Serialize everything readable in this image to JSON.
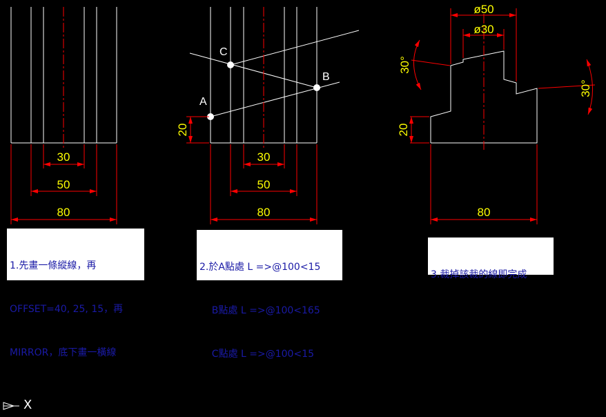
{
  "dims": {
    "d1_30": "30",
    "d1_50": "50",
    "d1_80": "80",
    "d2_30": "30",
    "d2_50": "50",
    "d2_80": "80",
    "d2_20": "20",
    "d3_80": "80",
    "d3_20": "20",
    "d3_phi50": "ø50",
    "d3_phi30": "ø30",
    "d3_ang_left": "30°",
    "d3_ang_right": "30°"
  },
  "points": {
    "a": "A",
    "b": "B",
    "c": "C"
  },
  "notes": {
    "step1": {
      "line1": "1.先畫一條縱線，再",
      "line2": "OFFSET=40, 25, 15，再",
      "line3": "MIRROR，底下畫一橫線"
    },
    "step2": {
      "line1": "2.於A點處 L =>@100<15",
      "line2": "    B點處 L =>@100<165",
      "line3": "    C點處 L =>@100<15"
    },
    "step3": {
      "line1": "3.裁掉該裁的線即完成"
    }
  },
  "ucs": {
    "x_label": "X"
  },
  "colors": {
    "background": "#000000",
    "geometry": "#ffffff",
    "dimension": "#ff0000",
    "dim_text": "#ffff00",
    "note_text": "#1a1aa6"
  }
}
